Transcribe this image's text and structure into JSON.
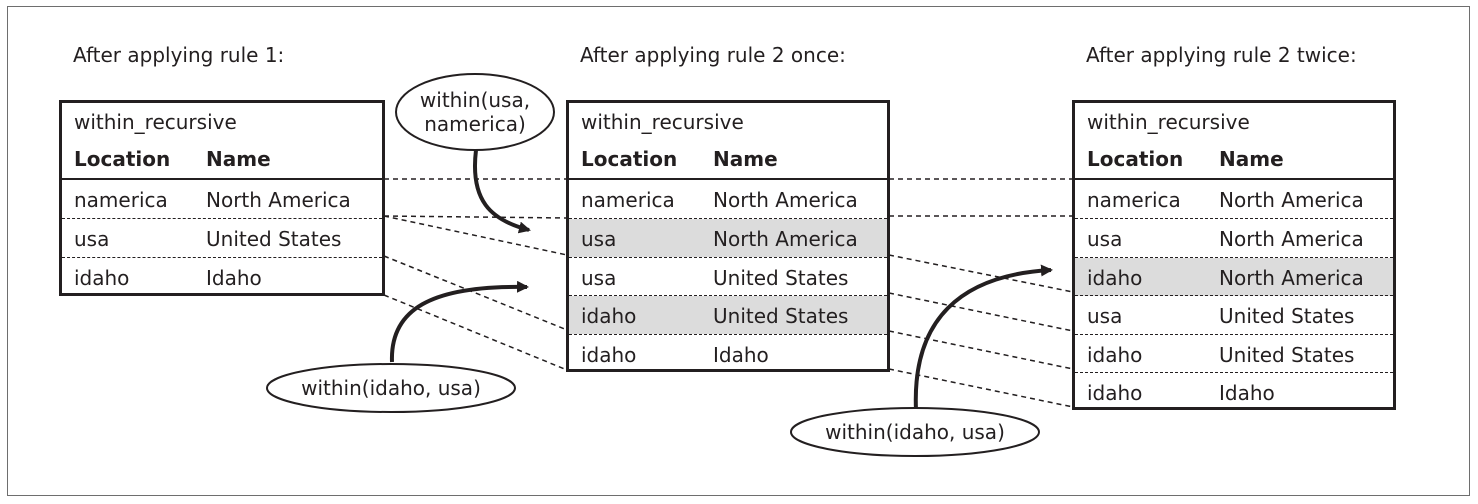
{
  "captions": {
    "step1": "After applying rule 1:",
    "step2": "After applying rule 2 once:",
    "step3": "After applying rule 2 twice:"
  },
  "tables": [
    {
      "name": "within_recursive",
      "headers": {
        "location": "Location",
        "name": "Name"
      },
      "rows": [
        {
          "location": "namerica",
          "name": "North America",
          "highlight": false
        },
        {
          "location": "usa",
          "name": "United States",
          "highlight": false
        },
        {
          "location": "idaho",
          "name": "Idaho",
          "highlight": false
        }
      ]
    },
    {
      "name": "within_recursive",
      "headers": {
        "location": "Location",
        "name": "Name"
      },
      "rows": [
        {
          "location": "namerica",
          "name": "North America",
          "highlight": false
        },
        {
          "location": "usa",
          "name": "North America",
          "highlight": true
        },
        {
          "location": "usa",
          "name": "United States",
          "highlight": false
        },
        {
          "location": "idaho",
          "name": "United States",
          "highlight": true
        },
        {
          "location": "idaho",
          "name": "Idaho",
          "highlight": false
        }
      ]
    },
    {
      "name": "within_recursive",
      "headers": {
        "location": "Location",
        "name": "Name"
      },
      "rows": [
        {
          "location": "namerica",
          "name": "North America",
          "highlight": false
        },
        {
          "location": "usa",
          "name": "North America",
          "highlight": false
        },
        {
          "location": "idaho",
          "name": "North America",
          "highlight": true
        },
        {
          "location": "usa",
          "name": "United States",
          "highlight": false
        },
        {
          "location": "idaho",
          "name": "United States",
          "highlight": false
        },
        {
          "location": "idaho",
          "name": "Idaho",
          "highlight": false
        }
      ]
    }
  ],
  "bubbles": {
    "usa_namerica": {
      "line1": "within(usa,",
      "line2": "namerica)"
    },
    "idaho_usa_1": "within(idaho, usa)",
    "idaho_usa_2": "within(idaho, usa)"
  },
  "colors": {
    "highlight": "#dcdcdc",
    "ink": "#231f20"
  }
}
